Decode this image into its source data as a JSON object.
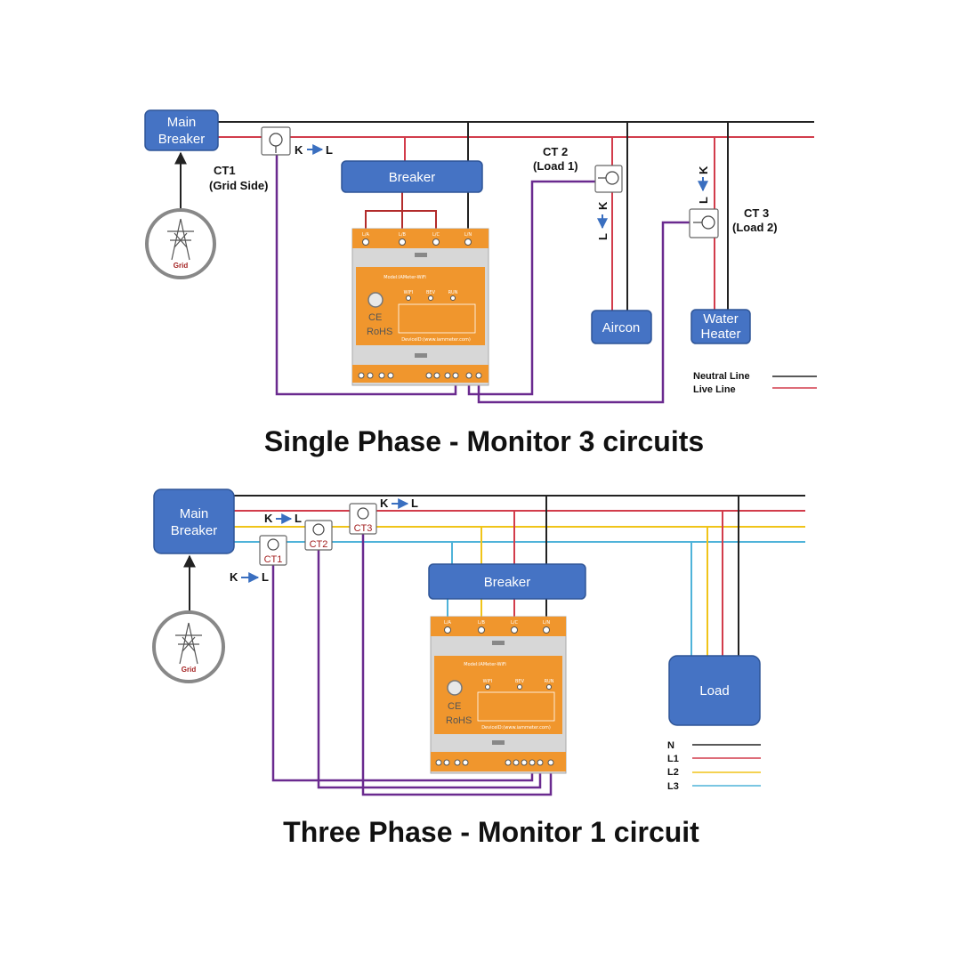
{
  "colors": {
    "neutral": "#222222",
    "live": "#d23c4b",
    "l2": "#f0c419",
    "l3": "#4fb3d9",
    "ct_wire": "#6a2a8f",
    "box": "#4573c4",
    "meter_orange": "#f0962d",
    "meter_gray": "#d7d7d7"
  },
  "single_phase": {
    "title": "Single Phase - Monitor 3 circuits",
    "main_breaker": [
      "Main",
      "Breaker"
    ],
    "breaker": "Breaker",
    "grid": "Grid",
    "ct1": [
      "CT1",
      "(Grid Side)"
    ],
    "ct2": [
      "CT 2",
      "(Load 1)"
    ],
    "ct3": [
      "CT 3",
      "(Load 2)"
    ],
    "k": "K",
    "l": "L",
    "aircon": "Aircon",
    "water_heater": [
      "Water",
      "Heater"
    ],
    "legend": {
      "neutral": "Neutral Line",
      "live": "Live Line"
    }
  },
  "three_phase": {
    "title": "Three Phase - Monitor 1 circuit",
    "main_breaker": [
      "Main",
      "Breaker"
    ],
    "breaker": "Breaker",
    "grid": "Grid",
    "ct1": "CT1",
    "ct2": "CT2",
    "ct3": "CT3",
    "k": "K",
    "l": "L",
    "load": "Load",
    "legend": {
      "n": "N",
      "l1": "L1",
      "l2": "L2",
      "l3": "L3"
    }
  },
  "meter": {
    "ce": "CE",
    "rohs": "RoHS",
    "model": "Model:IAMeter-WiFi",
    "device_id": "DeviceID:(www.iammeter.com)",
    "top_terminals": [
      "L/A",
      "L/B",
      "L/C",
      "L/N"
    ],
    "leds": [
      "WIFI",
      "BEV",
      "RUN"
    ]
  }
}
